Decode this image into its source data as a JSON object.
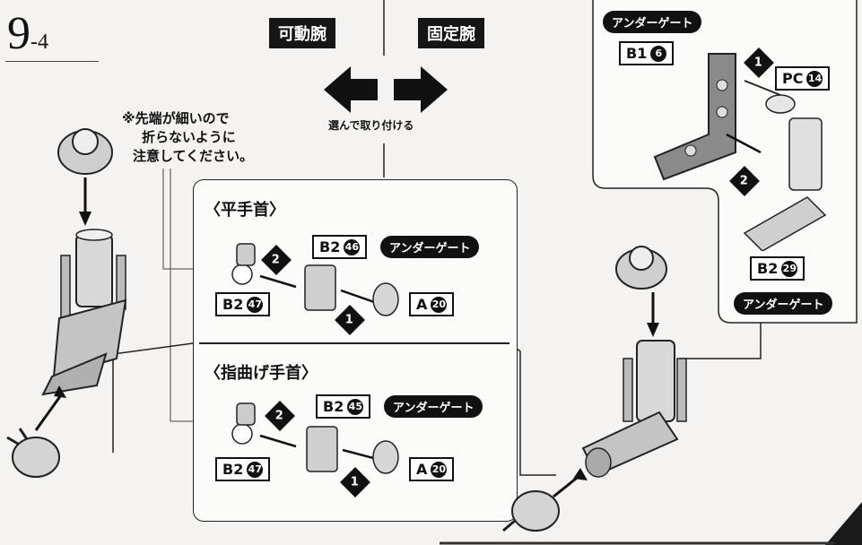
{
  "step": {
    "number": "9",
    "sub": "-4"
  },
  "labels": {
    "movable_arm": "可動腕",
    "fixed_arm": "固定腕",
    "choose": "選んで取り付ける"
  },
  "note": {
    "line1": "※先端が細いので",
    "line2": "折らないように",
    "line3": "注意してください。"
  },
  "under_gate": "アンダーゲート",
  "top_right": {
    "parts": {
      "b1": "B1",
      "b1_num": "6",
      "pc": "PC",
      "pc_num": "14",
      "b2": "B2",
      "b2_num": "29"
    },
    "steps": [
      "1",
      "2"
    ]
  },
  "flat_wrist": {
    "title": "〈平手首〉",
    "parts": {
      "b2_gate": "B2",
      "b2_gate_num": "46",
      "b2": "B2",
      "b2_num": "47",
      "a": "A",
      "a_num": "20"
    },
    "steps": [
      "1",
      "2"
    ]
  },
  "bent_wrist": {
    "title": "〈指曲げ手首〉",
    "parts": {
      "b2_gate": "B2",
      "b2_gate_num": "45",
      "b2": "B2",
      "b2_num": "47",
      "a": "A",
      "a_num": "20"
    },
    "steps": [
      "1",
      "2"
    ]
  }
}
